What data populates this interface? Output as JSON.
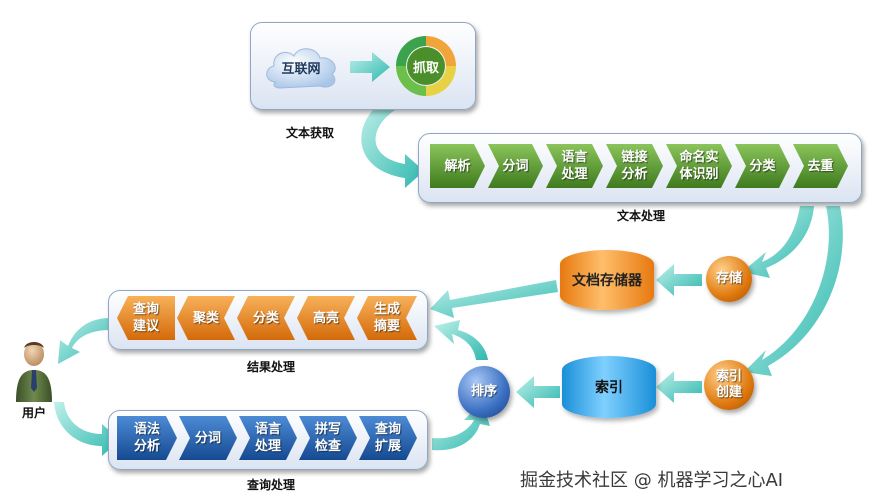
{
  "text_acquisition": {
    "label": "文本获取",
    "internet": "互联网",
    "crawl": "抓取"
  },
  "text_processing": {
    "label": "文本处理",
    "steps": [
      "解析",
      "分词",
      "语言\n处理",
      "链接\n分析",
      "命名实\n体识别",
      "分类",
      "去重"
    ]
  },
  "storage": {
    "store": "存储",
    "doc_store": "文档存储器",
    "index_create": "索引\n创建",
    "index": "索引",
    "rank": "排序"
  },
  "result_processing": {
    "label": "结果处理",
    "steps": [
      "查询\n建议",
      "聚类",
      "分类",
      "高亮",
      "生成\n摘要"
    ]
  },
  "query_processing": {
    "label": "查询处理",
    "steps": [
      "语法\n分析",
      "分词",
      "语言\n处理",
      "拼写\n检查",
      "查询\n扩展"
    ]
  },
  "user": {
    "label": "用户"
  },
  "footer": {
    "watermark": "掘金技术社区 @ 机器学习之心AI"
  },
  "colors": {
    "green": "#4f8d2a",
    "orange": "#e98a1c",
    "blue": "#1f5ba8",
    "arrow_teal": "#3fc6bd"
  }
}
